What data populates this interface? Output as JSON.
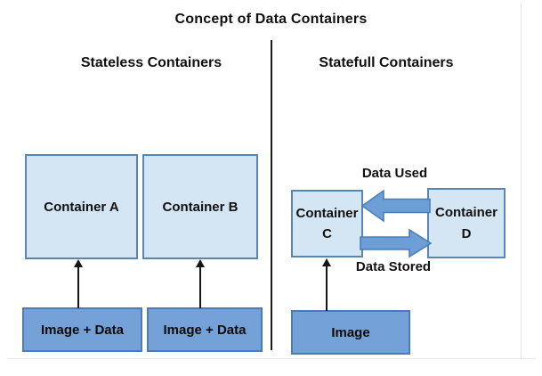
{
  "title": "Concept of Data Containers",
  "sections": {
    "stateless": {
      "header": "Stateless Containers",
      "containers": [
        {
          "label": "Container A"
        },
        {
          "label": "Container B"
        }
      ],
      "sources": [
        {
          "label": "Image + Data"
        },
        {
          "label": "Image + Data"
        }
      ]
    },
    "statefull": {
      "header": "Statefull Containers",
      "containers": [
        {
          "line1": "Container",
          "line2": "C"
        },
        {
          "line1": "Container",
          "line2": "D"
        }
      ],
      "flows": {
        "data_used": "Data Used",
        "data_stored": "Data Stored"
      },
      "source": {
        "label": "Image"
      }
    }
  },
  "colors": {
    "container_fill": "#d4e5f3",
    "container_border": "#5b84b0",
    "source_fill": "#74a2d8",
    "source_border": "#4c7cb8",
    "fat_arrow_fill": "#6d9ed6",
    "fat_arrow_border": "#4a7ebb",
    "line_color": "#161616",
    "text_color": "#111111"
  }
}
